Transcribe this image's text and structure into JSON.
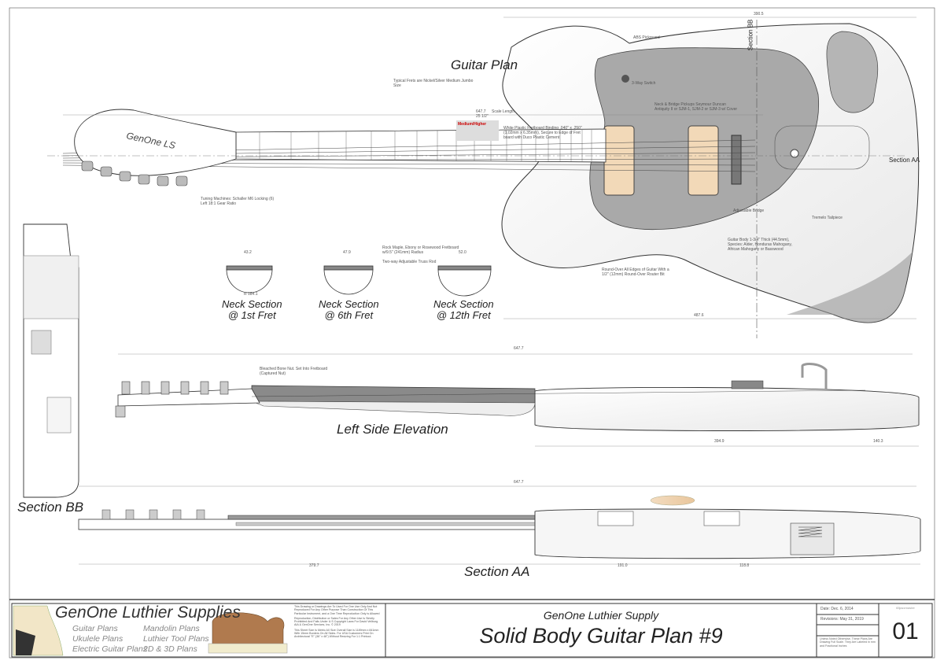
{
  "views": {
    "guitar_plan": "Guitar Plan",
    "left_side_elevation": "Left Side Elevation",
    "section_aa": "Section AA",
    "section_bb": "Section BB",
    "neck_sections": [
      "Neck Section\n@ 1st Fret",
      "Neck Section\n@ 6th Fret",
      "Neck Section\n@ 12th Fret"
    ],
    "section_marker_aa": "Section AA",
    "section_marker_bb": "Section BB",
    "headstock_logo": "GenOne LS"
  },
  "dimensions": {
    "scale_length": "647.7",
    "scale_length_in": "25 1/2\"",
    "scale_length_label": "Scale Length",
    "body_width": "390.5",
    "body_length": "487.6",
    "neck_width_1st": "43.2",
    "neck_width_6th": "47.9",
    "neck_width_12th": "52.0",
    "radius": "R 184.1",
    "elevation_len_1": "394.9",
    "elevation_len_2": "140.3",
    "aa_len_1": "379.7",
    "aa_len_2": "191.0",
    "aa_len_3": "118.8"
  },
  "notes": {
    "fretboard_radius": "Rock Maple, Ebony or Rosewood Fretboard w/9.5\" (241mm) Radius",
    "truss_rod": "Two-way Adjustable Truss Rod",
    "frets": "Typical Frets are Nickel/Silver Medium Jumbo Size",
    "binding": "White Plastic Fretboard Binding .040\" x .250\" (1.02mm x 6.35mm), Secure to Edge of Fret board with Duco Plastic Cement",
    "pickups": "Neck & Bridge Pickups Seymour Duncan Antiquity II or SJM-1, SJM-2 or SJM-3 w/ Cover",
    "pickguard": "ABS Pickguard",
    "switch": "3-Way Switch",
    "bridge": "Adjustable Bridge",
    "tremolo": "Tremelo Tailpiece",
    "body": "Guitar Body 1-3/4\" Thick (44.5mm), Species: Alder, Honduras Mahogany, African Mahogany or Basswood",
    "roundover": "Round-Over All Edges of Guitar With a 1/2\" (12mm) Round-Over Router Bit",
    "tuning": "Tuning Machines: Schaller M6 Locking (6) Left 18:1 Gear Ratio",
    "nut": "Bleached Bone Nut. Set Into Fretboard (Captured Nut)",
    "fret_legend": "Medium/Higher"
  },
  "title_block": {
    "company": "GenOne Luthier Supplies",
    "products_col1": [
      "Guitar Plans",
      "Ukulele Plans",
      "Electric Guitar Plans"
    ],
    "products_col2": [
      "Mandolin Plans",
      "Luthier Tool Plans",
      "2D & 3D Plans"
    ],
    "legal_1": "This Drawing or Drawings Are To Used For One Use Only And Not Reproduced For Any Other Purpose Than Construction Of This Particular Instrument, and a One Time Reproduction Only is Allowed",
    "legal_2": "Reproduction, Distribution or Sales For Any Other Use Is Strictly Prohibited And Falls Under U.S Copyright Laws For David Veilburg AIA & GenOne Services, Inc. © 2019",
    "legal_3": "This Sheet Size Is Metric A0 Size Overall Size is 1189mm x 841mm With 15mm Borders On All Sides. For USA Customers Print On Architectural \"E\" (36\" x 48\") Without Resizing For 1:1 Printout.",
    "supplier": "GenOne Luthier Supply",
    "plan_title": "Solid Body Guitar Plan #9",
    "date": "Date: Dec. 6, 2014",
    "revisions": "Revisions: May 31, 2019",
    "scale_note": "Unless Noted Otherwise, These Plans Are Drawing Full Scale. They Are Labeled in mm and Fractional Inches",
    "model": "65jazzmaster",
    "sheet_number": "01"
  }
}
